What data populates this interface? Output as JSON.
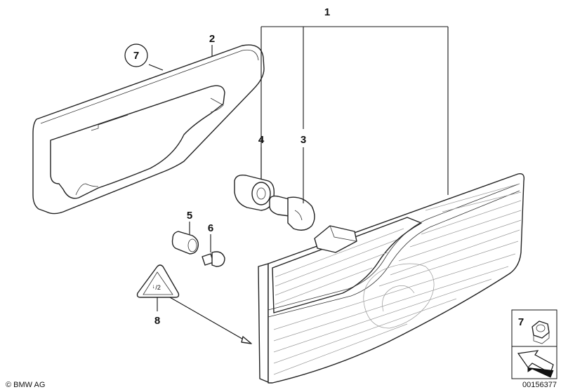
{
  "callouts": {
    "c1": "1",
    "c2": "2",
    "c3": "3",
    "c4": "4",
    "c5": "5",
    "c6": "6",
    "c7_circle": "7",
    "c8": "8",
    "c7_box": "7"
  },
  "footer": {
    "copyright": "© BMW AG",
    "diagram_id": "00156377"
  }
}
